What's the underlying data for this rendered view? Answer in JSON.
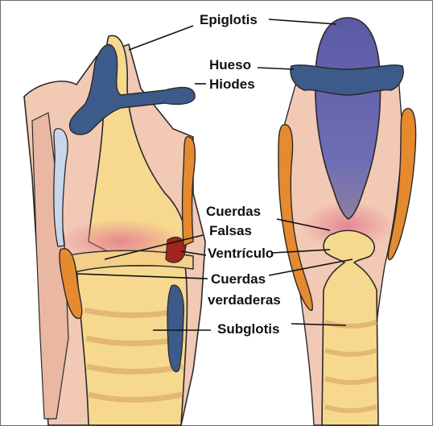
{
  "labels": {
    "epiglotis": "Epiglotis",
    "hueso": "Hueso",
    "hiodes": "Hiodes",
    "cuerdas_falsas_1": "Cuerdas",
    "cuerdas_falsas_2": "Falsas",
    "ventriculo": "Ventrículo",
    "cuerdas_verdaderas_1": "Cuerdas",
    "cuerdas_verdaderas_2": "verdaderas",
    "subglotis": "Subglotis"
  },
  "colors": {
    "outline": "#2a2a2a",
    "skin": "#f2c9b4",
    "pink_glow": "#e89aa6",
    "yellow": "#f6d98f",
    "yellow_band": "#e8c077",
    "purple": "#6a6ab0",
    "blue": "#3d5b8a",
    "orange": "#e58a2e",
    "ventricle": "#a3241c"
  }
}
